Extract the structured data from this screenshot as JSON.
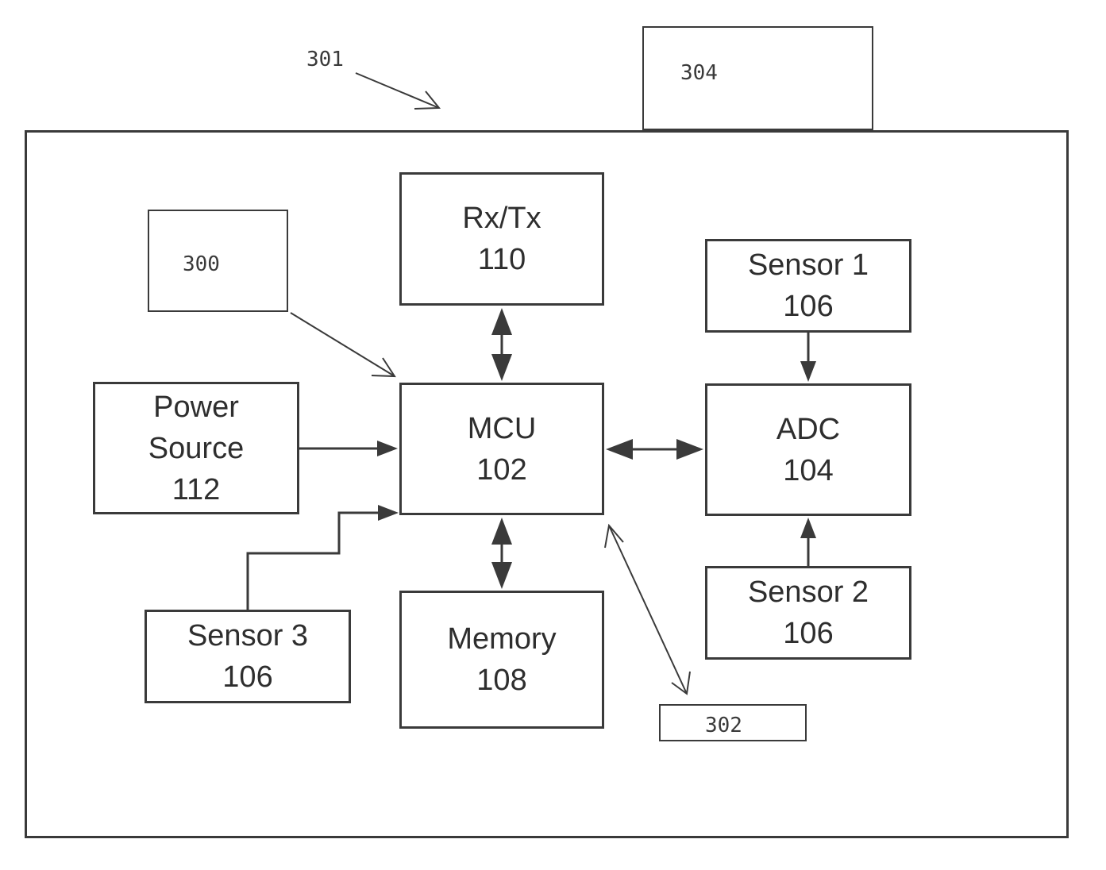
{
  "diagram": {
    "labels": {
      "ref_301": "301",
      "ref_304": "304",
      "ref_300": "300",
      "ref_302": "302"
    },
    "blocks": {
      "rxtx": {
        "name": "Rx/Tx",
        "number": "110"
      },
      "mcu": {
        "name": "MCU",
        "number": "102"
      },
      "power": {
        "name_line1": "Power",
        "name_line2": "Source",
        "number": "112"
      },
      "memory": {
        "name": "Memory",
        "number": "108"
      },
      "adc": {
        "name": "ADC",
        "number": "104"
      },
      "sensor1": {
        "name": "Sensor 1",
        "number": "106"
      },
      "sensor2": {
        "name": "Sensor 2",
        "number": "106"
      },
      "sensor3": {
        "name": "Sensor 3",
        "number": "106"
      }
    },
    "colors": {
      "stroke": "#3a3a3a",
      "text": "#2e2e2e",
      "background": "#ffffff"
    }
  }
}
